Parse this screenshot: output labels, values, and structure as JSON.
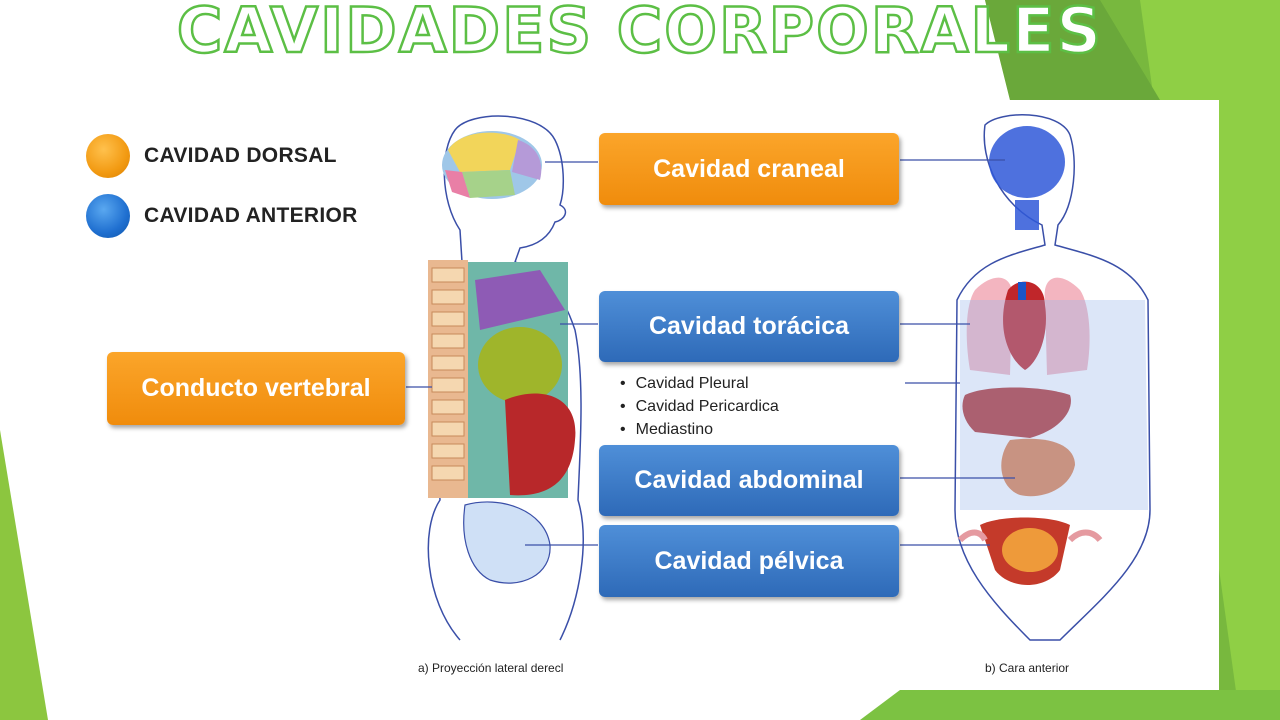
{
  "title": "CAVIDADES CORPORALES",
  "legend": [
    {
      "label": "CAVIDAD DORSAL",
      "color": "#f29a12"
    },
    {
      "label": "CAVIDAD ANTERIOR",
      "color": "#1f6fd0"
    }
  ],
  "boxes": {
    "craneal": "Cavidad craneal",
    "toracica": "Cavidad torácica",
    "abdominal": "Cavidad abdominal",
    "pelvica": "Cavidad pélvica",
    "vertebral": "Conducto vertebral"
  },
  "thoracic_subdivisions": [
    "Cavidad Pleural",
    "Cavidad Pericardica",
    "Mediastino"
  ],
  "captions": {
    "lateral": "a)  Proyección lateral derecl",
    "anterior": "b)  Cara anterior"
  },
  "colors": {
    "title_outline": "#5cbf45",
    "background_green": "#7cc242",
    "orange": "#f29a12",
    "blue": "#2e6ab8"
  }
}
